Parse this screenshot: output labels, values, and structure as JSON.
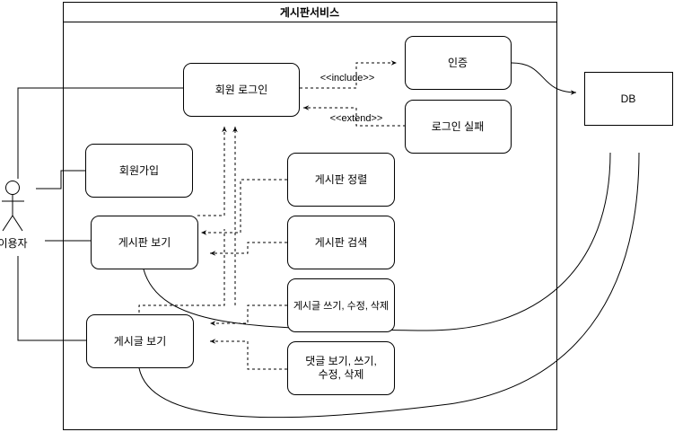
{
  "system": {
    "title": "게시판서비스"
  },
  "actor": {
    "label": "이용자"
  },
  "database": {
    "label": "DB"
  },
  "use_cases": {
    "login": "회원 로그인",
    "auth": "인증",
    "login_fail": "로그인 실패",
    "signup": "회원가입",
    "board_sort": "게시판 정렬",
    "board_view": "게시판 보기",
    "board_search": "게시판 검색",
    "post_crud": "게시글 쓰기, 수정, 삭제",
    "post_view": "게시글 보기",
    "comment_line1": "댓글 보기, 쓰기,",
    "comment_line2": "수정, 삭제"
  },
  "relations": {
    "include": "<<include>>",
    "extend": "<<extend>>"
  }
}
